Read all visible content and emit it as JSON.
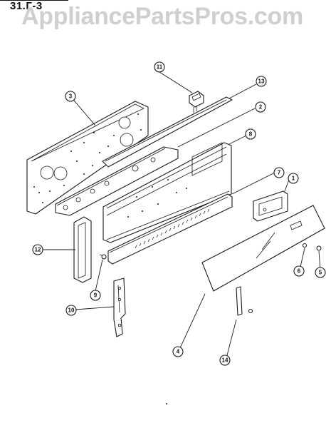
{
  "header": {
    "page_code": "31.Г-3"
  },
  "watermark": {
    "text": "AppliancePartsPros.com"
  },
  "callouts": [
    {
      "label": "1"
    },
    {
      "label": "2"
    },
    {
      "label": "3"
    },
    {
      "label": "4"
    },
    {
      "label": "5"
    },
    {
      "label": "6"
    },
    {
      "label": "7"
    },
    {
      "label": "8"
    },
    {
      "label": "9"
    },
    {
      "label": "10"
    },
    {
      "label": "11"
    },
    {
      "label": "12"
    },
    {
      "label": "13"
    },
    {
      "label": "14"
    }
  ]
}
